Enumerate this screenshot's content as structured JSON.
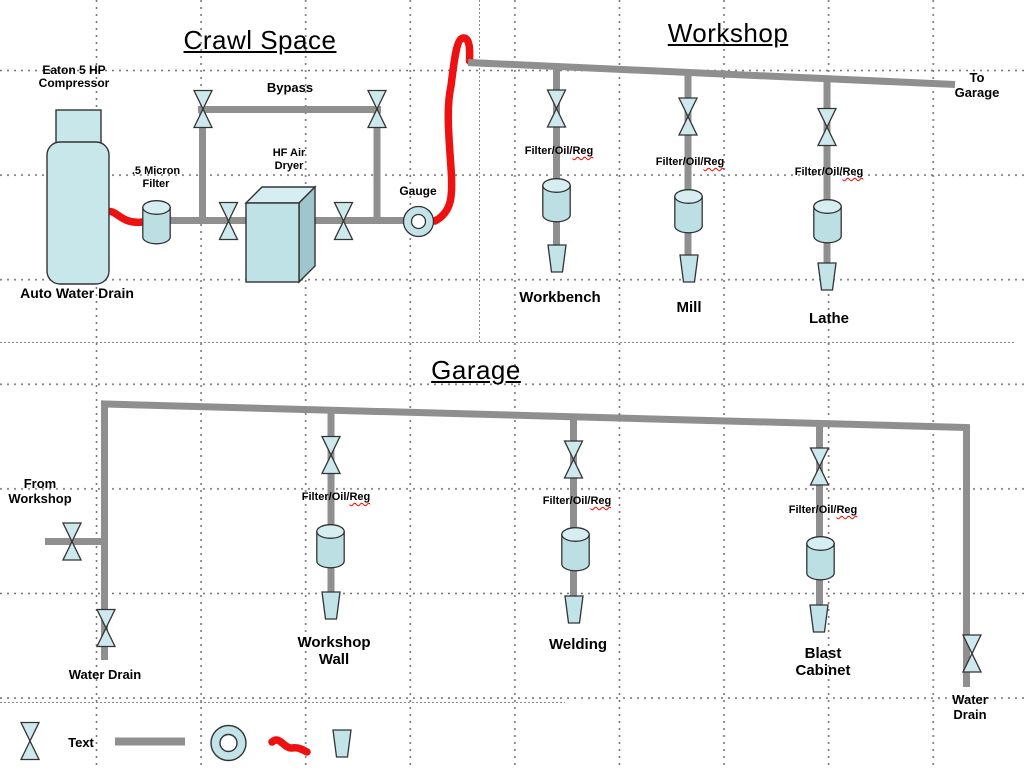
{
  "titles": {
    "crawl_space": "Crawl Space",
    "workshop": "Workshop",
    "garage": "Garage"
  },
  "crawl_space": {
    "compressor_label": "Eaton 5 HP\nCompressor",
    "auto_water_drain": "Auto Water Drain",
    "micron_filter": ".5 Micron\nFilter",
    "bypass": "Bypass",
    "dryer": "HF Air\nDryer",
    "gauge": "Gauge"
  },
  "workshop": {
    "to_garage": "To\nGarage",
    "drops": [
      {
        "name": "Workbench"
      },
      {
        "name": "Mill"
      },
      {
        "name": "Lathe"
      }
    ]
  },
  "garage": {
    "from_workshop": "From\nWorkshop",
    "water_drain_left": "Water Drain",
    "water_drain_right": "Water Drain",
    "drops": [
      {
        "name": "Workshop\nWall"
      },
      {
        "name": "Welding"
      },
      {
        "name": "Blast\nCabinet"
      }
    ]
  },
  "shared": {
    "filter_reg_prefix": "Filter/Oil/",
    "filter_reg_flagged": "Reg"
  },
  "legend": {
    "text_label": "Text",
    "symbols": [
      "valve-symbol",
      "pipe-symbol",
      "gauge-symbol",
      "flex-hose-symbol",
      "nozzle-symbol"
    ]
  },
  "colors": {
    "shape_fill": "#c2e3e8",
    "shape_fill_light": "#d6eef1",
    "shape_fill_dark": "#9fc6cc",
    "outline": "#333333",
    "pipe": "#8f8f8f",
    "hose": "#ee1111",
    "text": "#000000"
  }
}
